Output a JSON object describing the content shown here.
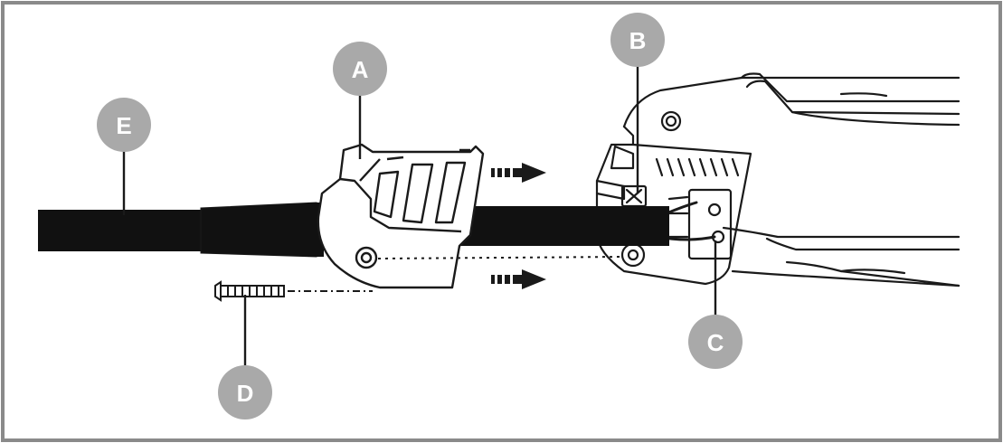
{
  "callouts": {
    "a": "A",
    "b": "B",
    "c": "C",
    "d": "D",
    "e": "E"
  },
  "colors": {
    "border": "#8a8a8a",
    "cord": "#111111",
    "callout_fill": "#a9a9a9",
    "callout_text": "#ffffff",
    "line": "#1a1a1a"
  },
  "icons": [
    "motion-arrow-icon",
    "screw-icon",
    "plug-cover-icon",
    "motor-housing-icon"
  ]
}
